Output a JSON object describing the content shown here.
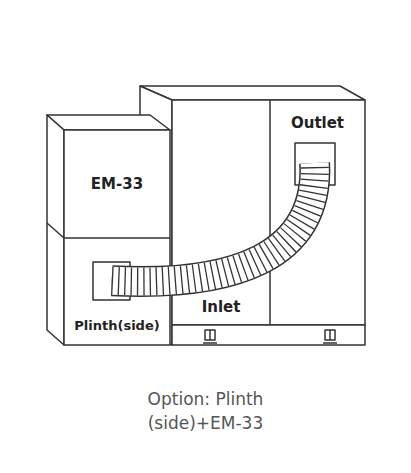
{
  "diagram": {
    "caption": "Option: Plinth (side)+EM-33",
    "nodes": [
      {
        "text": [
          "EM-33"
        ]
      },
      {
        "text": [
          "Plinth(side)"
        ]
      },
      {
        "text": [
          "Inlet"
        ]
      },
      {
        "text": [
          "Outlet"
        ]
      }
    ],
    "edges": [
      {
        "from": 1,
        "to": 3,
        "arrow": "none"
      }
    ]
  }
}
